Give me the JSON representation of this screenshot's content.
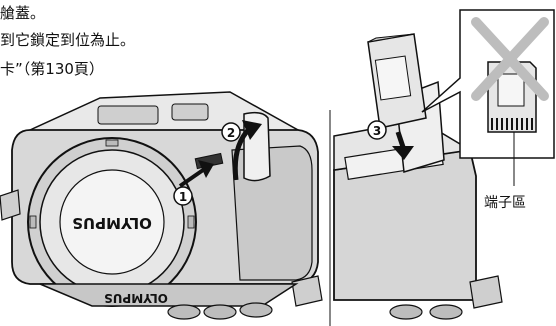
{
  "instructions": {
    "line1": "艙蓋。",
    "line2": "到它鎖定到位為止。",
    "line3": "卡”（第130頁）"
  },
  "callouts": {
    "step1": "1",
    "step2": "2",
    "step3": "3"
  },
  "terminal_label": "端子區",
  "brand_front": "OLYMPUS",
  "brand_base": "OLYMPUS",
  "colors": {
    "ink": "#111111",
    "body_gray": "#d8d8d8",
    "card_gray": "#e6e6e6",
    "cross": "#bdbdbd"
  }
}
